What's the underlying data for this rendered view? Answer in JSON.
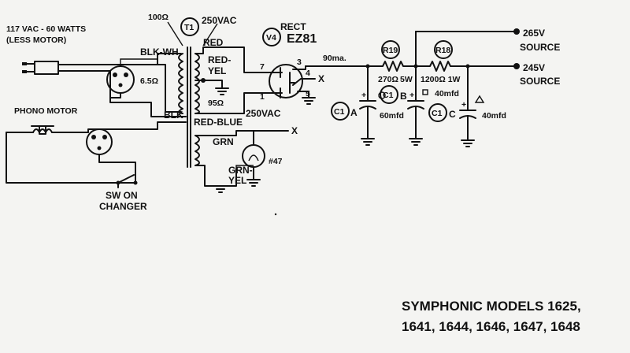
{
  "labels": {
    "supply": "117 VAC - 60 WATTS",
    "supply_note": "(LESS MOTOR)",
    "phono_motor": "PHONO MOTOR",
    "sw_on": "SW ON",
    "changer": "CHANGER",
    "blk_wh": "BLK-WH",
    "primary_ohms": "6.5Ω",
    "blk": "BLK",
    "t1_ohms": "100Ω",
    "t1": "T1",
    "sec_vac_top": "250VAC",
    "red": "RED",
    "red_yel_1": "RED-",
    "red_yel_2": "YEL",
    "sec_ohms": "95Ω",
    "red_blue": "RED-BLUE",
    "sec_vac_bottom": "250VAC",
    "grn": "GRN",
    "grn_yel_1": "GRN-",
    "grn_yel_2": "YEL",
    "lamp": "#47",
    "rect": "RECT",
    "v4": "V4",
    "tube": "EZ81",
    "pin7": "7",
    "pin3": "3",
    "pin1": "1",
    "pin4": "4",
    "pin5": "5",
    "x1": "X",
    "x2": "X",
    "current": "90ma.",
    "r19": "R19",
    "r19_value": "270Ω",
    "r19_watt": "5W",
    "r18": "R18",
    "r18_value": "1200Ω 1W",
    "c1a": "C1",
    "c1a_suffix": "A",
    "c1a_value": "60mfd",
    "c1b": "C1",
    "c1b_suffix": "B",
    "c1b_value": "40mfd",
    "c1c": "C1",
    "c1c_suffix": "C",
    "c1c_value": "40mfd",
    "v265": "265V",
    "v265_source": "SOURCE",
    "v245": "245V",
    "v245_source": "SOURCE"
  },
  "title": {
    "line1": "SYMPHONIC MODELS 1625,",
    "line2": "1641, 1644, 1646, 1647, 1648"
  }
}
